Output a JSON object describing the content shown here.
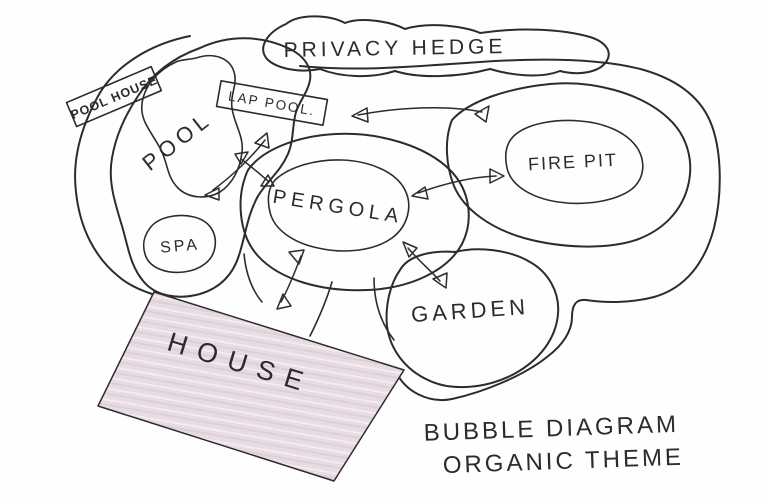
{
  "caption": {
    "line1": "BUBBLE DIAGRAM",
    "line2": "ORGANIC THEME"
  },
  "diagram": {
    "type": "landscape-bubble-diagram",
    "theme": "organic",
    "bubbles": [
      {
        "id": "privacy-hedge",
        "label": "PRIVACY HEDGE",
        "color": "#8cbb9b"
      },
      {
        "id": "pool-house",
        "label": "POOL HOUSE",
        "color": "#d8c4d0"
      },
      {
        "id": "pool",
        "label": "POOL",
        "color": "#bed2e2"
      },
      {
        "id": "lap-pool",
        "label": "LAP POOL.",
        "color": "#c3d5e4"
      },
      {
        "id": "spa",
        "label": "SPA",
        "color": "#bed2e2"
      },
      {
        "id": "pergola",
        "label": "PERGOLA",
        "color": "#f1e9ab"
      },
      {
        "id": "fire-pit",
        "label": "FIRE PIT",
        "color": "#bf5a68"
      },
      {
        "id": "garden",
        "label": "GARDEN",
        "color": "#b7d89e"
      },
      {
        "id": "house",
        "label": "HOUSE",
        "color": "#e7dce3"
      }
    ],
    "connections": [
      {
        "from": "lap-pool",
        "to": "fire-pit-area",
        "style": "double-arrow"
      },
      {
        "from": "pergola",
        "to": "fire-pit",
        "style": "double-arrow"
      },
      {
        "from": "pergola",
        "to": "garden",
        "style": "double-arrow"
      },
      {
        "from": "pergola",
        "to": "house",
        "style": "double-arrow"
      },
      {
        "from": "lap-pool",
        "to": "pool",
        "style": "double-arrow"
      },
      {
        "from": "pool",
        "to": "pergola",
        "style": "double-arrow"
      }
    ],
    "colors": {
      "ink": "#2e2c2a",
      "paper": "#fefefe",
      "water_blue": "#bed2e2",
      "hedge_green": "#8cbb9b",
      "firepit_red": "#bf5a68",
      "pergola_yellow": "#f1e9ab",
      "garden_green": "#b7d89e",
      "house_mauve": "#e7dce3",
      "tag_pink": "#d8c4d0"
    }
  }
}
